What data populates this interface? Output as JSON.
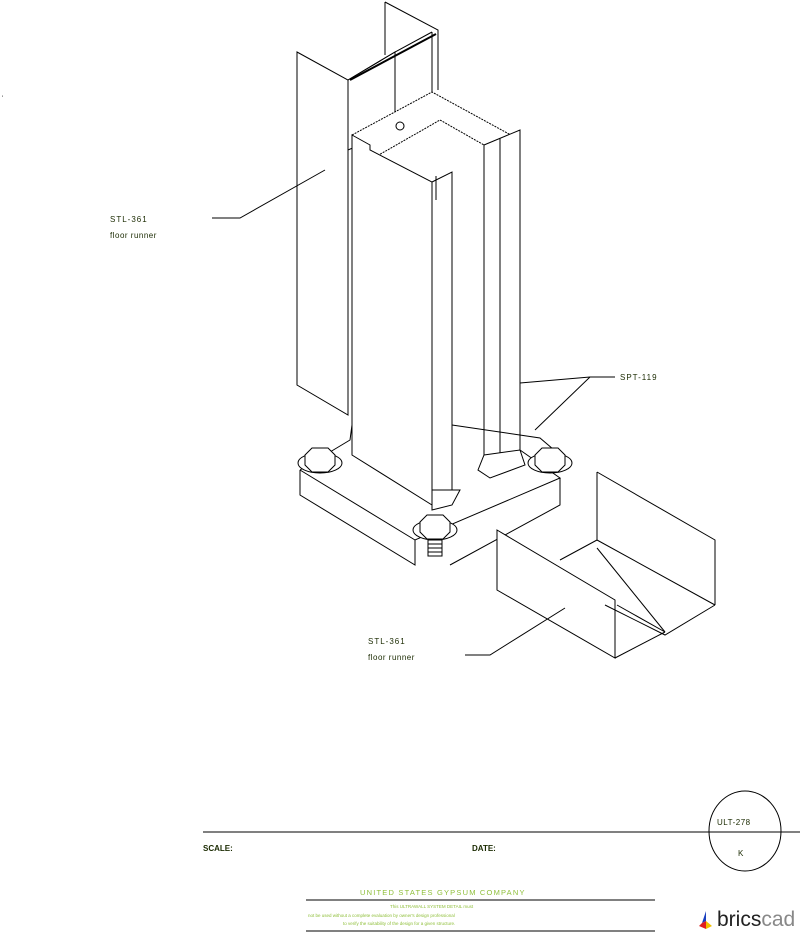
{
  "drawing": {
    "callouts": [
      {
        "code": "STL-361",
        "desc": "floor runner"
      },
      {
        "code": "SPT-119"
      },
      {
        "code": "STL-361",
        "desc": "floor runner"
      }
    ]
  },
  "title_block": {
    "scale_label": "SCALE:",
    "date_label": "DATE:",
    "detail_number": "ULT-278",
    "sheet_letter": "K",
    "company": "UNITED STATES GYPSUM COMPANY",
    "disclaimer": [
      "This ULTRAWALL SYSTEM DETAIL must",
      "not be used without a complete evaluation by owner's design professional",
      "to verify the suitability of the design for a given structure."
    ]
  },
  "branding": {
    "logo_text_1": "brics",
    "logo_text_2": "cad"
  }
}
